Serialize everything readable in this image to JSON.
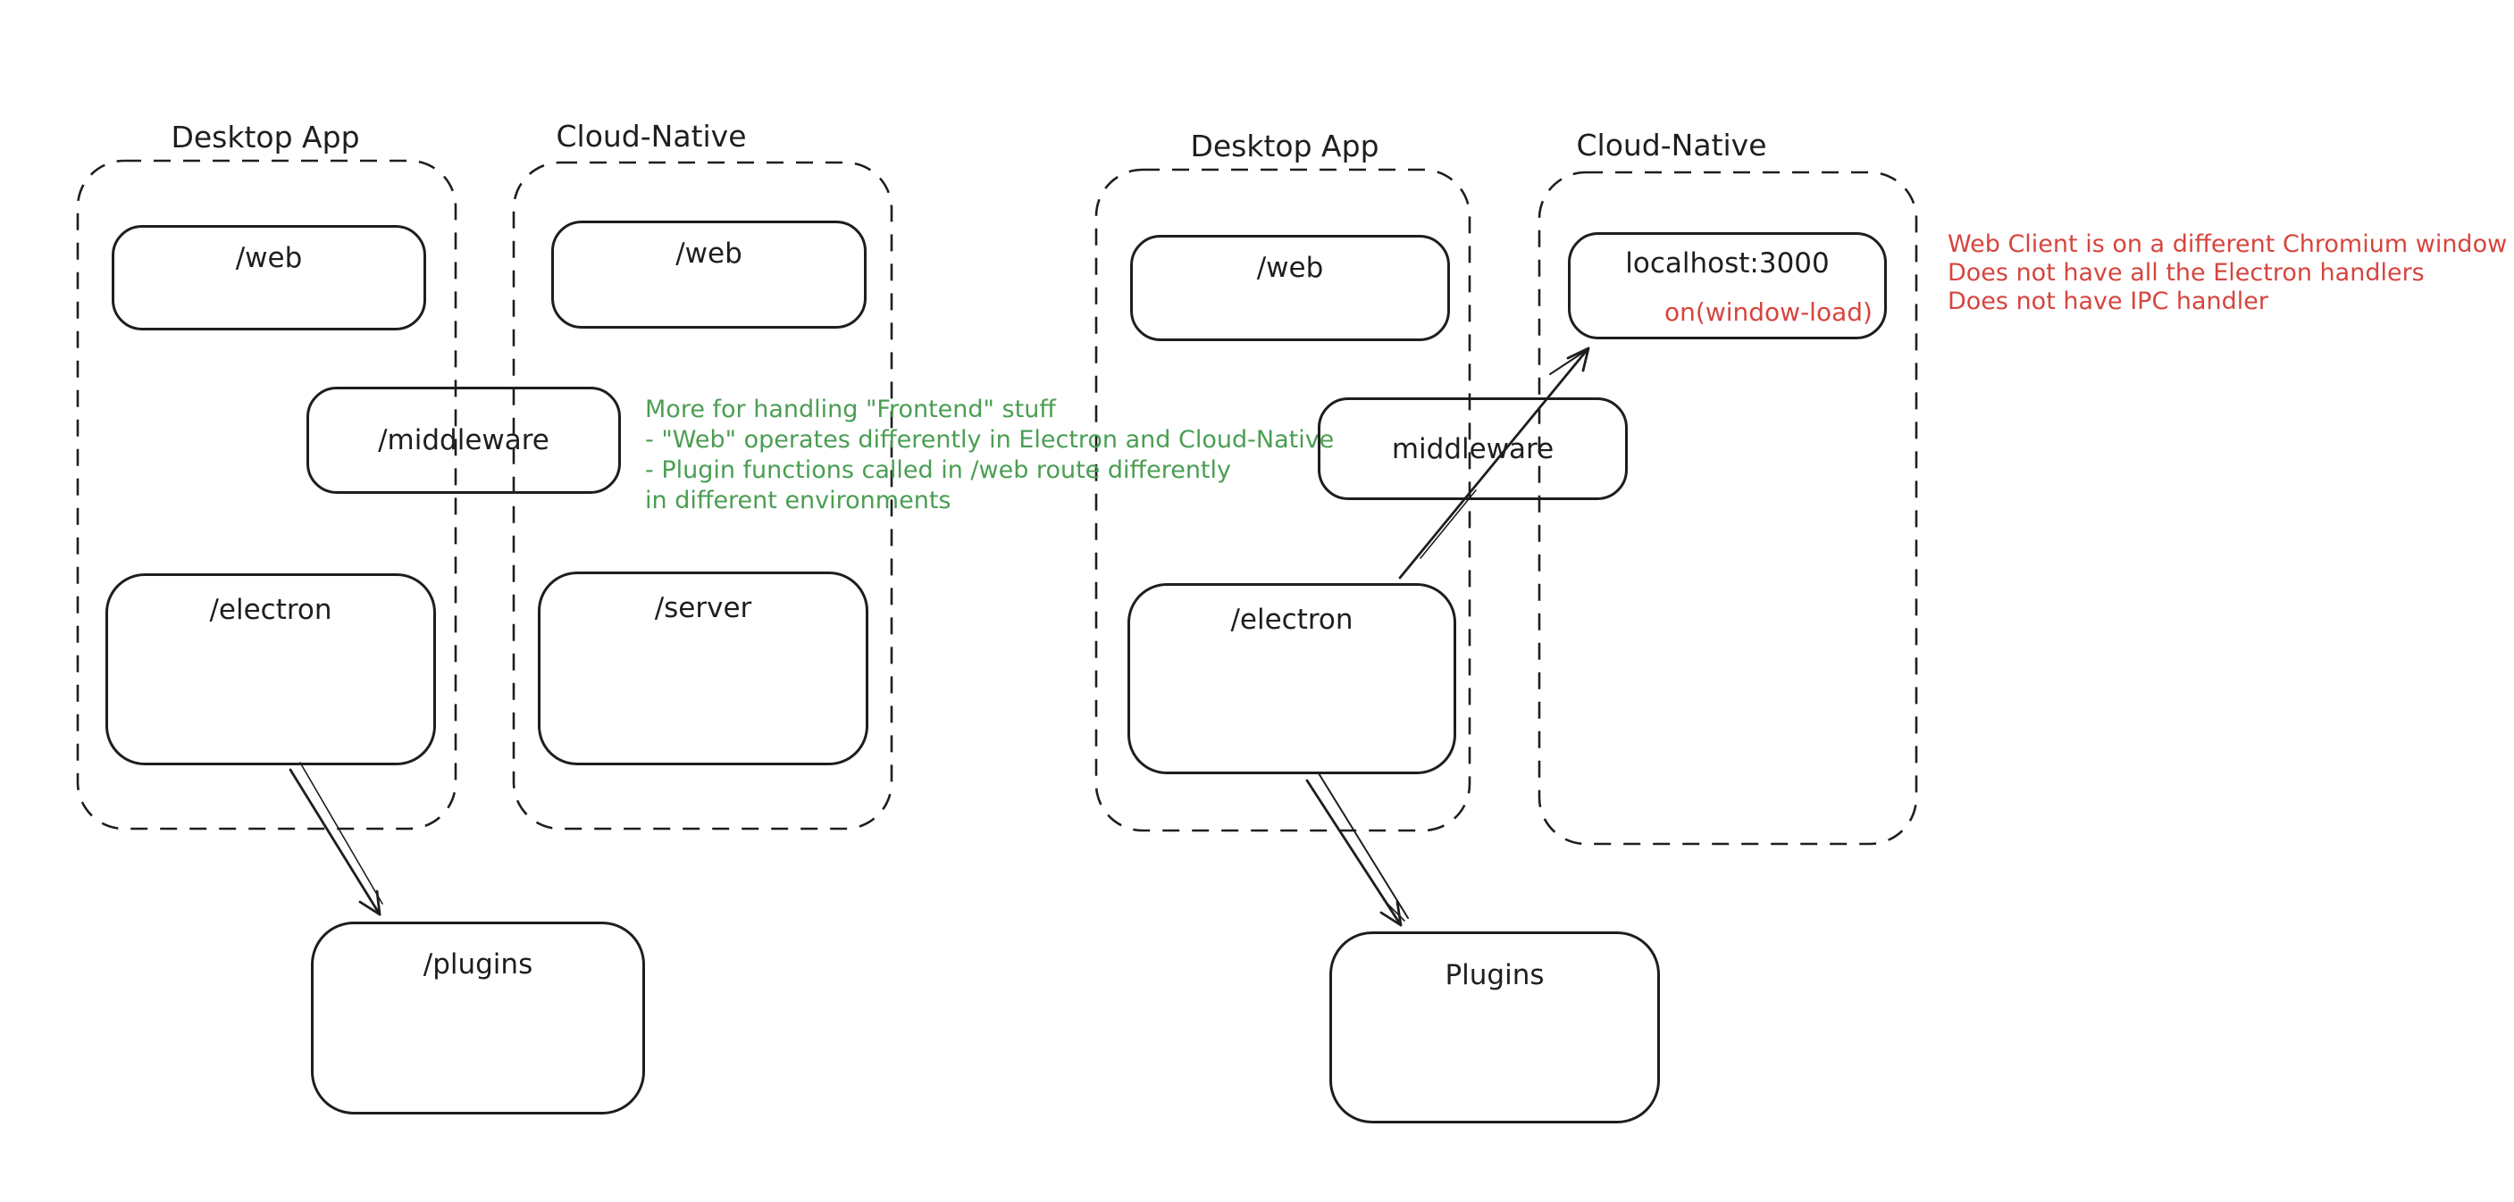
{
  "colors": {
    "ink": "#1e1e1e",
    "red": "#d6453e",
    "green": "#4a9e52",
    "background": "#ffffff"
  },
  "left_diagram": {
    "desktop_container_label": "Desktop App",
    "cloud_container_label": "Cloud-Native",
    "boxes": {
      "web_desktop": "/web",
      "web_cloud": "/web",
      "middleware": "/middleware",
      "electron": "/electron",
      "server": "/server",
      "plugins": "/plugins"
    },
    "green_note_lines": [
      "More for handling \"Frontend\" stuff",
      "- \"Web\" operates differently in Electron and Cloud-Native",
      "- Plugin functions called in /web route differently",
      "in different environments"
    ]
  },
  "right_diagram": {
    "desktop_container_label": "Desktop App",
    "cloud_container_label": "Cloud-Native",
    "boxes": {
      "web_desktop": "/web",
      "localhost": "localhost:3000",
      "localhost_event": "on(window-load)",
      "middleware": "middleware",
      "electron": "/electron",
      "plugins": "Plugins"
    },
    "red_note_lines": [
      "Web Client is on a different Chromium window",
      "Does not have all the Electron handlers",
      "Does not have IPC handler"
    ]
  }
}
